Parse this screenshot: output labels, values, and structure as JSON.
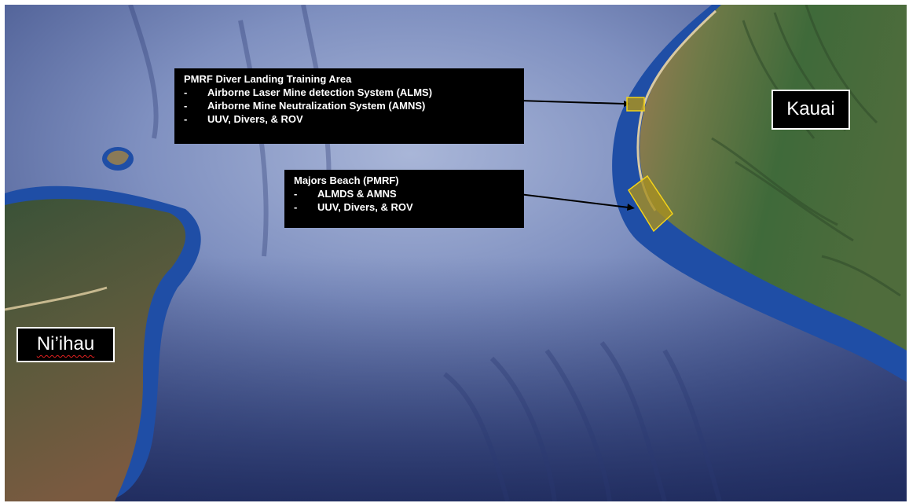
{
  "map": {
    "colors": {
      "ocean_deep": "#2f3f78",
      "ocean_light": "#8d9dc8",
      "shallow_water": "#1f4ea6",
      "land_green": "#3d6b3a",
      "land_brown": "#8a6a45",
      "highlight_fill": "#a89020",
      "highlight_stroke": "#f2d21a"
    },
    "islands": {
      "kauai": {
        "label": "Kauai"
      },
      "niihau": {
        "label": "Ni’ihau"
      }
    },
    "callouts": [
      {
        "title": "PMRF Diver Landing Training Area",
        "items": [
          "Airborne Laser Mine detection System (ALMS)",
          "Airborne Mine Neutralization System (AMNS)",
          "UUV, Divers, & ROV"
        ]
      },
      {
        "title": "Majors Beach (PMRF)",
        "items": [
          "ALMDS & AMNS",
          "UUV, Divers, & ROV"
        ]
      }
    ]
  }
}
